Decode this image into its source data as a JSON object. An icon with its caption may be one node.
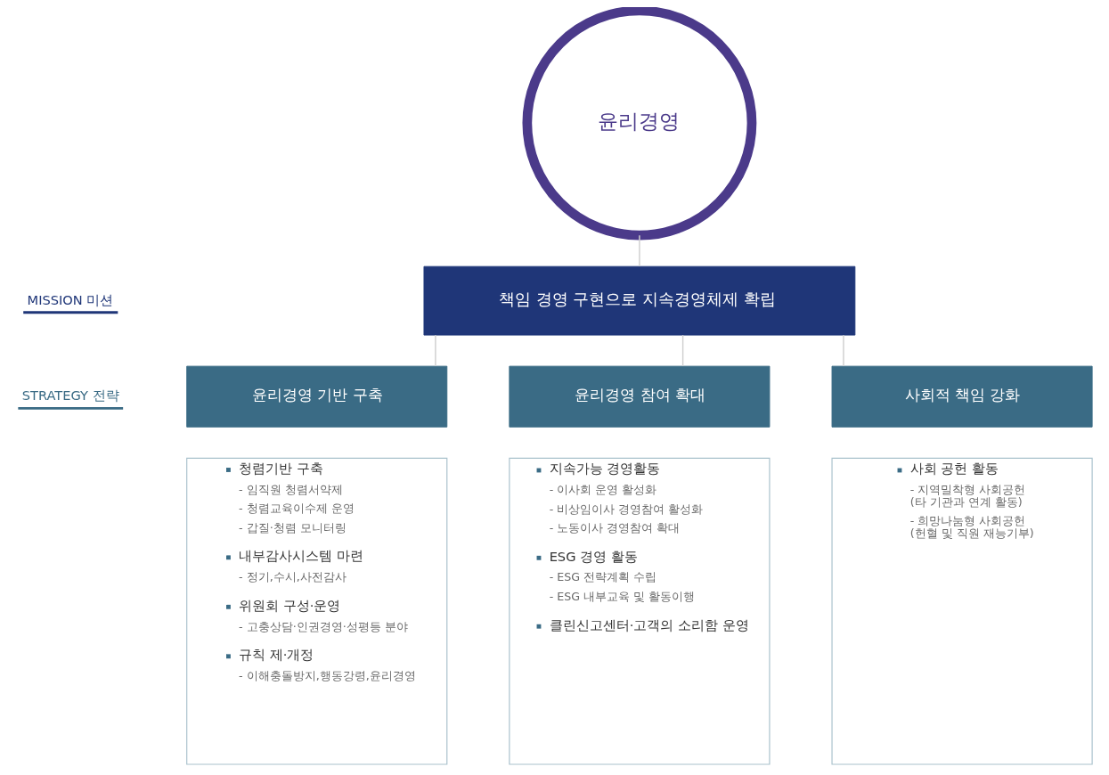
{
  "diagram": {
    "nodes": [
      {
        "text": [
          "윤리경영"
        ]
      },
      {
        "text": [
          "책임 경영 구현으로 지속경영체제 확립"
        ]
      },
      {
        "text": [
          "윤리경영 기반 구축"
        ]
      },
      {
        "text": [
          "윤리경영 참여 확대"
        ]
      },
      {
        "text": [
          "사회적 책임 강화"
        ]
      },
      {
        "text": [
          "청렴기반 구축",
          "- 임직원 청렴서약제",
          "- 청렴교육이수제 운영",
          "- 갑질·청렴 모니터링",
          "내부감사시스템 마련",
          "- 정기,수시,사전감사",
          "위원회 구성·운영",
          "- 고충상담·인권경영·성평등 분야",
          "규칙 제·개정",
          "- 이해충돌방지,행동강령,윤리경영"
        ]
      },
      {
        "text": [
          "지속가능 경영활동",
          "- 이사회 운영 활성화",
          "- 비상임이사 경영참여 활성화",
          "- 노동이사 경영참여 확대",
          "ESG 경영 활동",
          "- ESG 전략계획 수립",
          "- ESG 내부교육 및 활동이행",
          "클린신고센터·고객의 소리함 운영"
        ]
      },
      {
        "text": [
          "사회 공헌 활동",
          "- 지역밀착형 사회공헌 (타 기관과 연계 활동)",
          "- 희망나눔형 사회공헌 (헌혈 및 직원 재능기부)"
        ]
      }
    ],
    "edges": [
      {
        "from": 0,
        "to": 1,
        "arrow": "none"
      },
      {
        "from": 1,
        "to": 2,
        "arrow": "none"
      },
      {
        "from": 1,
        "to": 3,
        "arrow": "none"
      },
      {
        "from": 1,
        "to": 4,
        "arrow": "none"
      }
    ],
    "labels": [
      "MISSION 미션",
      "STRATEGY 전략"
    ]
  }
}
